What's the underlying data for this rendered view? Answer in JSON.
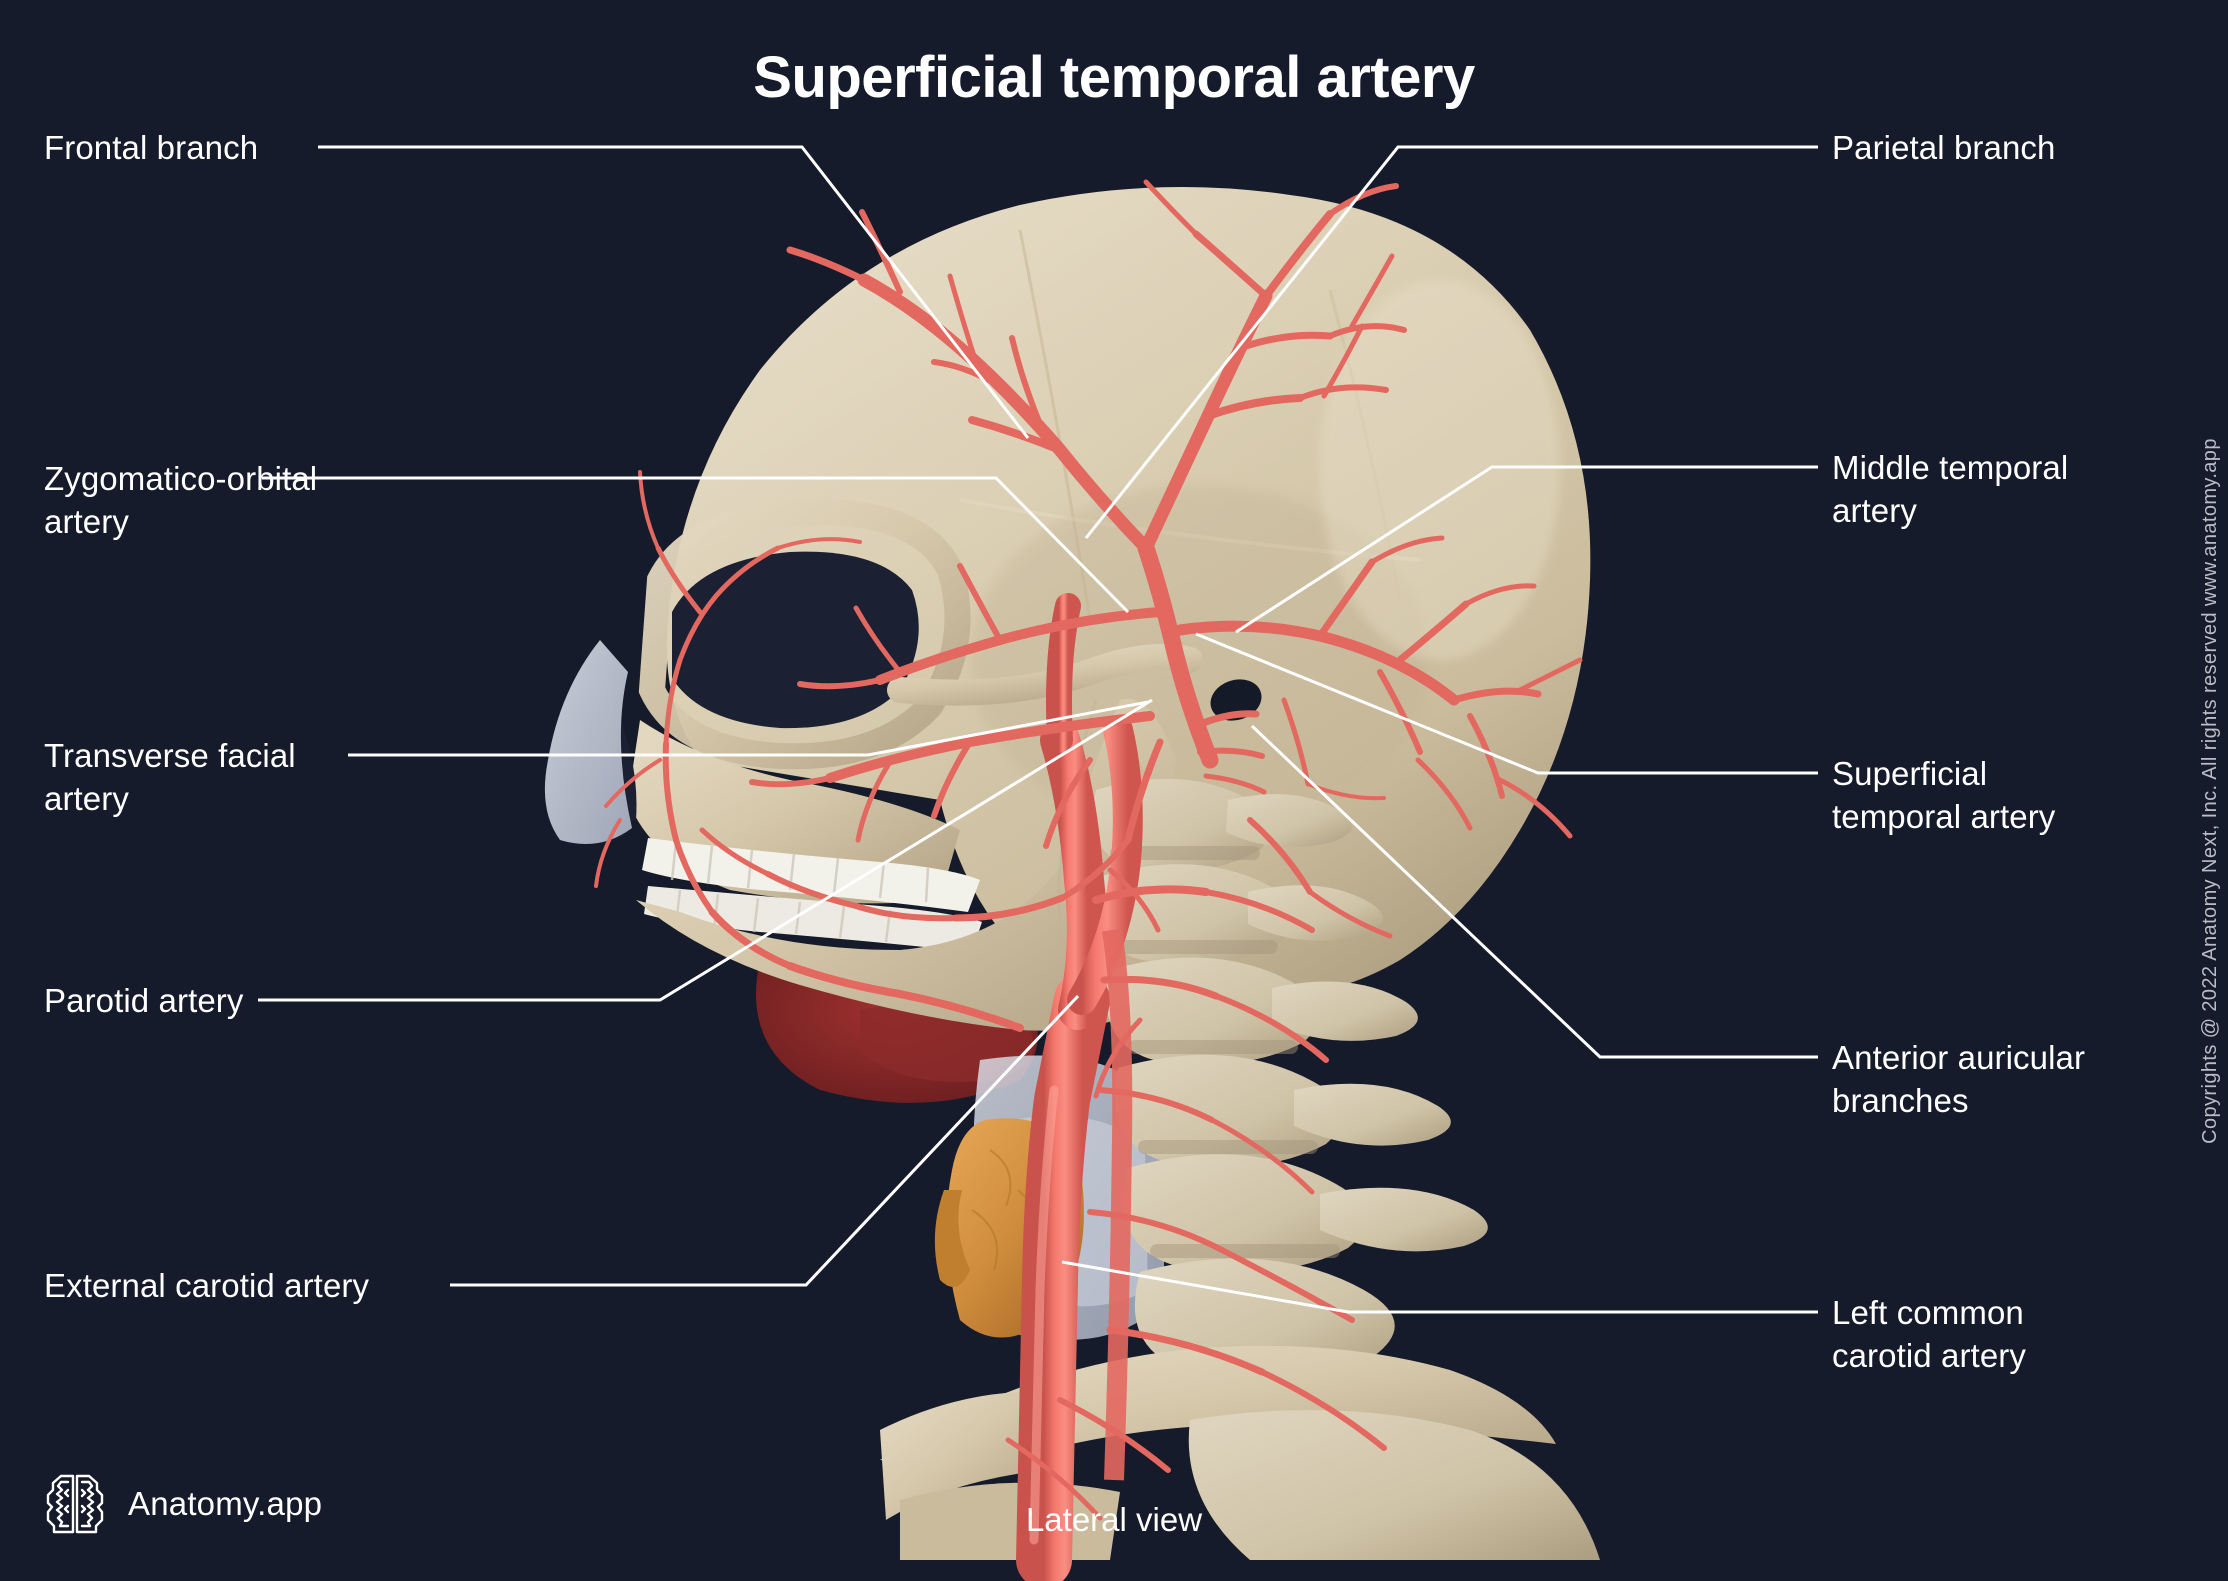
{
  "page": {
    "title": "Superficial temporal artery",
    "caption": "Lateral view",
    "background_color": "#161b2b",
    "text_color": "#ffffff"
  },
  "brand": {
    "logo_icon": "brain-icon",
    "name": "Anatomy.app"
  },
  "copyright": {
    "text": "Copyrights @ 2022 Anatomy Next, Inc. All rights reserved www.anatomy.app"
  },
  "labels": {
    "left": [
      {
        "id": "frontal-branch",
        "text": "Frontal branch"
      },
      {
        "id": "zygomatico-orbital-artery",
        "text": "Zygomatico-orbital\nartery"
      },
      {
        "id": "transverse-facial-artery",
        "text": "Transverse facial\nartery"
      },
      {
        "id": "parotid-artery",
        "text": "Parotid artery"
      },
      {
        "id": "external-carotid-artery",
        "text": "External carotid artery"
      }
    ],
    "right": [
      {
        "id": "parietal-branch",
        "text": "Parietal branch"
      },
      {
        "id": "middle-temporal-artery",
        "text": "Middle temporal\nartery"
      },
      {
        "id": "superficial-temporal-artery",
        "text": "Superficial\ntemporal artery"
      },
      {
        "id": "anterior-auricular-branches",
        "text": "Anterior auricular\nbranches"
      },
      {
        "id": "left-common-carotid-artery",
        "text": "Left common\ncarotid artery"
      }
    ]
  },
  "illustration": {
    "subject": "lateral view of human skull, cervical spine and superficial temporal artery branches",
    "colors": {
      "bone": "#d8cbb0",
      "bone_shadow": "#b6a78a",
      "tooth": "#efefe9",
      "artery": "#e3685f",
      "artery_major": "#f4766c",
      "thyroid": "#d2903f",
      "cartilage": "#c3c9d6",
      "muscle": "#8e2a2c",
      "leader_line": "#ffffff"
    }
  }
}
